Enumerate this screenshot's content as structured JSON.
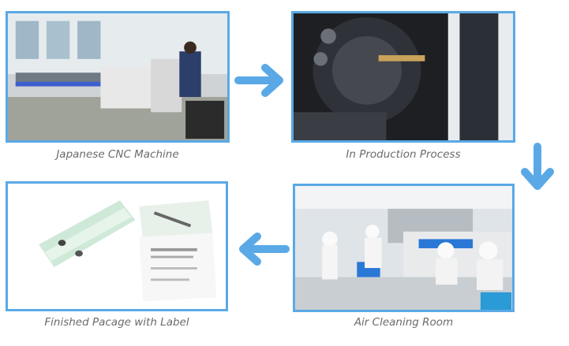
{
  "steps": [
    {
      "caption": "Japanese CNC Machine"
    },
    {
      "caption": "In Production Process"
    },
    {
      "caption": "Air Cleaning Room"
    },
    {
      "caption": "Finished Pacage with Label"
    }
  ],
  "colors": {
    "frame": "#5aa9e6",
    "arrow": "#5aa9e6",
    "caption": "#6b6b6b"
  }
}
